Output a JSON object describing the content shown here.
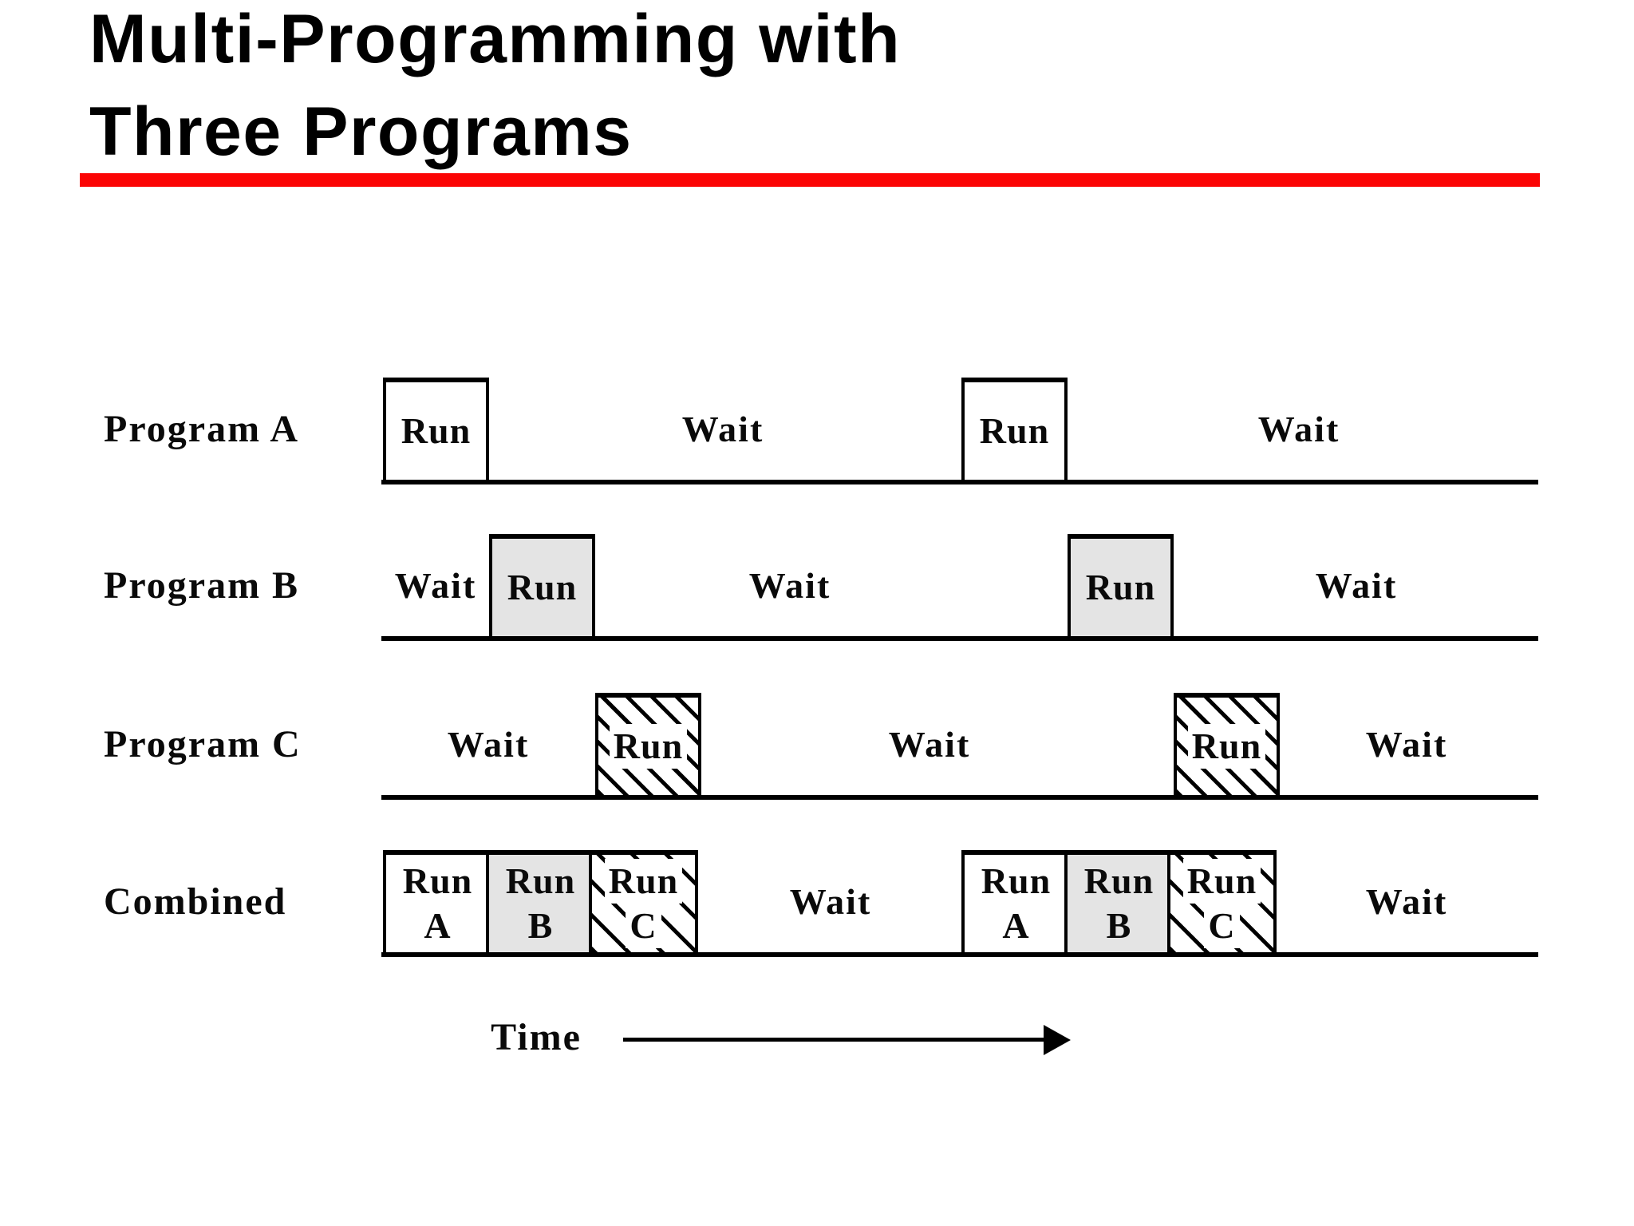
{
  "title": {
    "line1": "Multi-Programming with",
    "line2": "Three Programs"
  },
  "colors": {
    "accent_red": "#fb0505",
    "box_gray": "#e4e4e4",
    "ink": "#000000"
  },
  "diagram": {
    "type": "timing-diagram",
    "rows": [
      {
        "label": "Program A",
        "segments": [
          {
            "kind": "run",
            "text": "Run",
            "fill": "white"
          },
          {
            "kind": "wait",
            "text": "Wait"
          },
          {
            "kind": "run",
            "text": "Run",
            "fill": "white"
          },
          {
            "kind": "wait",
            "text": "Wait"
          }
        ]
      },
      {
        "label": "Program B",
        "segments": [
          {
            "kind": "wait",
            "text": "Wait"
          },
          {
            "kind": "run",
            "text": "Run",
            "fill": "gray"
          },
          {
            "kind": "wait",
            "text": "Wait"
          },
          {
            "kind": "run",
            "text": "Run",
            "fill": "gray"
          },
          {
            "kind": "wait",
            "text": "Wait"
          }
        ]
      },
      {
        "label": "Program C",
        "segments": [
          {
            "kind": "wait",
            "text": "Wait"
          },
          {
            "kind": "run",
            "text": "Run",
            "fill": "hatched"
          },
          {
            "kind": "wait",
            "text": "Wait"
          },
          {
            "kind": "run",
            "text": "Run",
            "fill": "hatched"
          },
          {
            "kind": "wait",
            "text": "Wait"
          }
        ]
      },
      {
        "label": "Combined",
        "segments": [
          {
            "kind": "run",
            "text": "Run",
            "sub": "A",
            "fill": "white"
          },
          {
            "kind": "run",
            "text": "Run",
            "sub": "B",
            "fill": "gray"
          },
          {
            "kind": "run",
            "text": "Run",
            "sub": "C",
            "fill": "hatched"
          },
          {
            "kind": "wait",
            "text": "Wait"
          },
          {
            "kind": "run",
            "text": "Run",
            "sub": "A",
            "fill": "white"
          },
          {
            "kind": "run",
            "text": "Run",
            "sub": "B",
            "fill": "gray"
          },
          {
            "kind": "run",
            "text": "Run",
            "sub": "C",
            "fill": "hatched"
          },
          {
            "kind": "wait",
            "text": "Wait"
          }
        ]
      }
    ]
  },
  "time_axis": {
    "label": "Time"
  }
}
